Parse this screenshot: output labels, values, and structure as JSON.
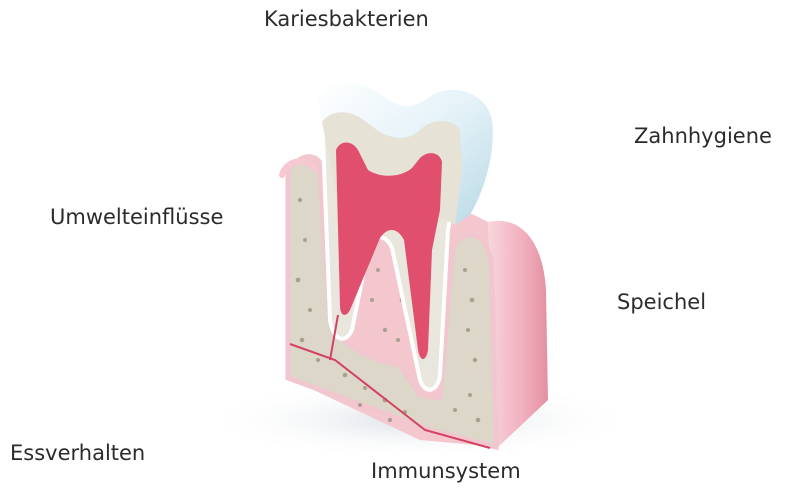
{
  "labels": {
    "top": "Kariesbakterien",
    "top_right": "Zahnhygiene",
    "left": "Umwelteinflüsse",
    "right": "Speichel",
    "bottom_left": "Essverhalten",
    "bottom": "Immunsystem"
  },
  "colors": {
    "enamel": "#dff0f6",
    "dentin": "#e7e2d6",
    "pulp": "#e0506e",
    "gum": "#f3b8c4",
    "bone": "#d9d5c6",
    "nerve": "#d44263"
  }
}
